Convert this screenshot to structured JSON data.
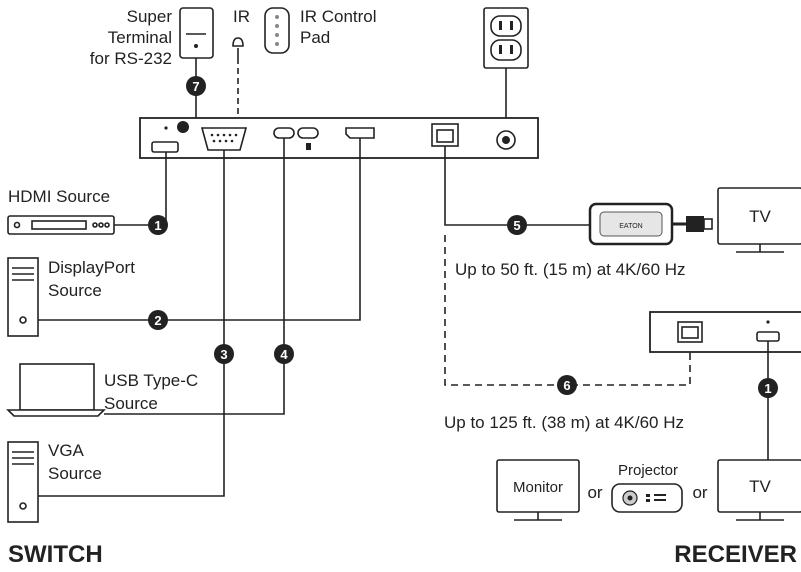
{
  "labels": {
    "super_terminal": [
      "Super",
      "Terminal",
      "for RS-232"
    ],
    "ir": "IR",
    "ir_control_pad": [
      "IR Control",
      "Pad"
    ],
    "hdmi_source": "HDMI Source",
    "displayport_source": [
      "DisplayPort",
      "Source"
    ],
    "usbc_source": [
      "USB Type-C",
      "Source"
    ],
    "vga_source": [
      "VGA",
      "Source"
    ],
    "switch_title": "SWITCH",
    "receiver_title": "RECEIVER",
    "tv_top": "TV",
    "tv_bottom": "TV",
    "monitor": "Monitor",
    "projector": "Projector",
    "or1": "or",
    "or2": "or",
    "dist_50": "Up to 50 ft. (15 m) at 4K/60 Hz",
    "dist_125": "Up to 125 ft. (38 m) at 4K/60 Hz",
    "brand_tag": "EATON"
  },
  "badges": {
    "b1": "1",
    "b2": "2",
    "b3": "3",
    "b4": "4",
    "b5": "5",
    "b6": "6",
    "b7": "7",
    "b1r": "1"
  }
}
